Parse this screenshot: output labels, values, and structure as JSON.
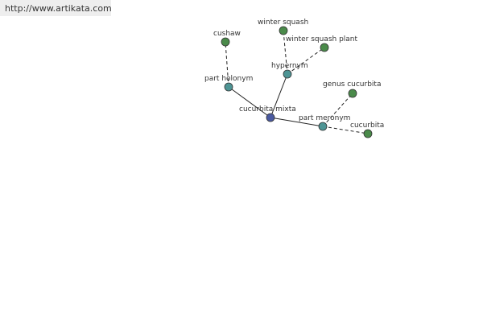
{
  "header": {
    "url": "http://www.artikata.com"
  },
  "colors": {
    "center": "#4a5aa0",
    "relation": "#4e9494",
    "term": "#4a8a4a"
  },
  "nodes": [
    {
      "id": "center",
      "label": "cucurbita mixta",
      "kind": "center"
    },
    {
      "id": "hypernym",
      "label": "hypernym",
      "kind": "relation"
    },
    {
      "id": "part_holonym",
      "label": "part holonym",
      "kind": "relation"
    },
    {
      "id": "part_meronym",
      "label": "part meronym",
      "kind": "relation"
    },
    {
      "id": "cushaw",
      "label": "cushaw",
      "kind": "term"
    },
    {
      "id": "winter_squash",
      "label": "winter squash",
      "kind": "term"
    },
    {
      "id": "winter_squash_plant",
      "label": "winter squash plant",
      "kind": "term"
    },
    {
      "id": "genus_cucurbita",
      "label": "genus cucurbita",
      "kind": "term"
    },
    {
      "id": "cucurbita",
      "label": "cucurbita",
      "kind": "term"
    }
  ],
  "edges": [
    {
      "from": "center",
      "to": "hypernym",
      "style": "solid"
    },
    {
      "from": "center",
      "to": "part_holonym",
      "style": "solid"
    },
    {
      "from": "center",
      "to": "part_meronym",
      "style": "solid"
    },
    {
      "from": "hypernym",
      "to": "winter_squash",
      "style": "dashed"
    },
    {
      "from": "hypernym",
      "to": "winter_squash_plant",
      "style": "dashed"
    },
    {
      "from": "part_holonym",
      "to": "cushaw",
      "style": "dashed"
    },
    {
      "from": "part_meronym",
      "to": "genus_cucurbita",
      "style": "dashed"
    },
    {
      "from": "part_meronym",
      "to": "cucurbita",
      "style": "dashed"
    }
  ]
}
